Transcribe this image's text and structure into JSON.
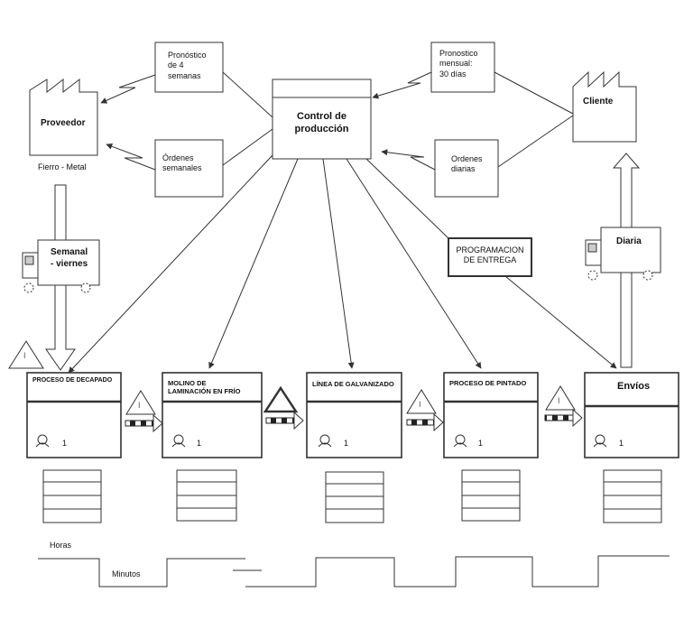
{
  "supplier": {
    "name": "Proveedor",
    "material": "Fierro - Metal"
  },
  "customer": {
    "name": "Cliente"
  },
  "control": {
    "name": "Control de\nproducción"
  },
  "info_boxes": {
    "forecast_4w": "Pronóstico\nde 4\nsemanas",
    "weekly_orders": "Órdenes\nsemanales",
    "monthly_forecast": "Pronostico\nmensual:\n30 días",
    "daily_orders": "Ordenes\ndiarias",
    "delivery_schedule": "PROGRAMACION\nDE ENTREGA"
  },
  "trucks": {
    "inbound": "Semanal\n- viernes",
    "outbound": "Diaria"
  },
  "processes": [
    {
      "name": "PROCESO DE DECAPADO",
      "operators": "1"
    },
    {
      "name": "MOLINO DE\nLAMINACIÓN EN FRÍO",
      "operators": "1"
    },
    {
      "name": "LÍNEA DE GALVANIZADO",
      "operators": "1"
    },
    {
      "name": "PROCESO DE PINTADO",
      "operators": "1"
    },
    {
      "name": "Envíos",
      "operators": "1"
    }
  ],
  "inventory_symbol": "I",
  "timeline": {
    "upper_label": "Horas",
    "lower_label": "Minutos"
  },
  "colors": {
    "stroke": "#333333",
    "text": "#111111",
    "background": "#ffffff"
  }
}
